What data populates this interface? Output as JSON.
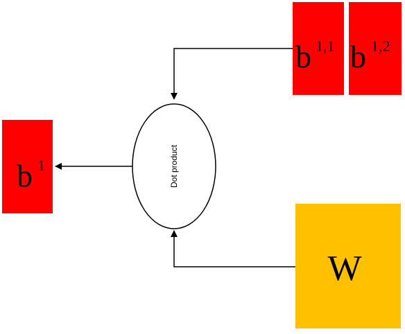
{
  "diagram": {
    "colors": {
      "red_block": "#ff0000",
      "weight_block": "#ffc000",
      "stroke": "#000000",
      "background": "#ffffff"
    },
    "input_blocks": [
      {
        "base": "b",
        "sup": "1,1"
      },
      {
        "base": "b",
        "sup": "1,2"
      }
    ],
    "operation": {
      "label": "Dot product"
    },
    "weights": {
      "label": "W"
    },
    "output": {
      "base": "b",
      "sup": "1"
    }
  }
}
